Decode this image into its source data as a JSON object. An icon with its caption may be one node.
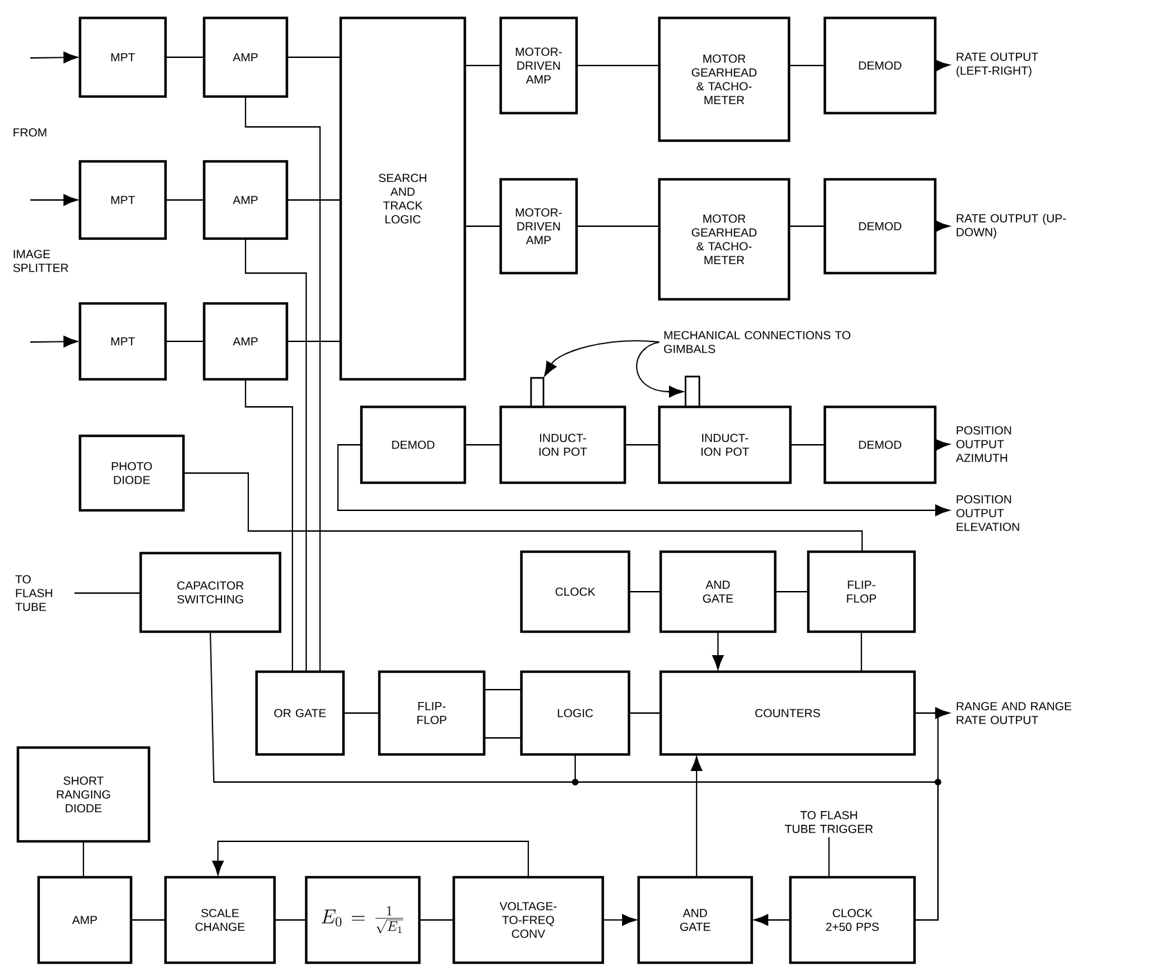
{
  "diagram": {
    "nodes": [
      {
        "text": [
          "MPT"
        ]
      },
      {
        "text": [
          "AMP"
        ]
      },
      {
        "text": [
          "SEARCH AND TRACK LOGIC"
        ]
      },
      {
        "text": [
          "MOTOR-DRIVEN AMP"
        ]
      },
      {
        "text": [
          "MOTOR GEARHEAD & TACHO-METER"
        ]
      },
      {
        "text": [
          "DEMOD"
        ]
      },
      {
        "text": [
          "MPT"
        ]
      },
      {
        "text": [
          "AMP"
        ]
      },
      {
        "text": [
          "MOTOR-DRIVEN AMP"
        ]
      },
      {
        "text": [
          "MOTOR GEARHEAD & TACHO-METER"
        ]
      },
      {
        "text": [
          "DEMOD"
        ]
      },
      {
        "text": [
          "MPT"
        ]
      },
      {
        "text": [
          "AMP"
        ]
      },
      {
        "text": [
          "DEMOD"
        ]
      },
      {
        "text": [
          "INDUCT-ION POT"
        ]
      },
      {
        "text": [
          "INDUCT-ION POT"
        ]
      },
      {
        "text": [
          "DEMOD"
        ]
      },
      {
        "text": [
          "PHOTO DIODE"
        ]
      },
      {
        "text": [
          "CAPACITOR SWITCHING"
        ]
      },
      {
        "text": [
          "CLOCK"
        ]
      },
      {
        "text": [
          "AND GATE"
        ]
      },
      {
        "text": [
          "FLIP-FLOP"
        ]
      },
      {
        "text": [
          "OR GATE"
        ]
      },
      {
        "text": [
          "FLIP-FLOP"
        ]
      },
      {
        "text": [
          "LOGIC"
        ]
      },
      {
        "text": [
          "COUNTERS"
        ]
      },
      {
        "text": [
          "SHORT RANGING DIODE"
        ]
      },
      {
        "text": [
          "AMP"
        ]
      },
      {
        "text": [
          "SCALE CHANGE"
        ]
      },
      {
        "text": [
          "E_{0}=\\frac{1}{\\sqrt{E_{1}}}"
        ]
      },
      {
        "text": [
          "VOLTAGE-TO-FREQ CONV"
        ]
      },
      {
        "text": [
          "AND GATE"
        ]
      },
      {
        "text": [
          "CLOCK 2+50 PPS"
        ]
      },
      {
        "text": [
          "RATE OUTPUT (LEFT-RIGHT)"
        ]
      },
      {
        "text": [
          "RATE OUTPUT (UP-DOWN)"
        ]
      },
      {
        "text": [
          "POSITION OUTPUT AZIMUTH"
        ]
      },
      {
        "text": [
          "POSITION OUTPUT ELEVATION"
        ]
      },
      {
        "text": [
          "RANGE AND RANGE RATE OUTPUT"
        ]
      },
      {
        "text": [
          "TO FLASH TUBE"
        ]
      },
      {
        "text": [
          "TO FLASH TUBE TRIGGER"
        ]
      },
      {
        "text": [
          "MECHANICAL CONNECTIONS TO GIMBALS"
        ]
      },
      {
        "text": [],
        "shape": "box"
      },
      {
        "text": [],
        "shape": "box"
      }
    ],
    "edges": [
      {
        "from": null,
        "to": 0,
        "arrow": "to"
      },
      {
        "from": null,
        "to": 6,
        "arrow": "to"
      },
      {
        "from": null,
        "to": 11,
        "arrow": "to"
      },
      {
        "from": 0,
        "to": 1,
        "arrow": "none"
      },
      {
        "from": 1,
        "to": 2,
        "arrow": "none"
      },
      {
        "from": 6,
        "to": 7,
        "arrow": "none"
      },
      {
        "from": 7,
        "to": 2,
        "arrow": "none"
      },
      {
        "from": 11,
        "to": 12,
        "arrow": "none"
      },
      {
        "from": 12,
        "to": 2,
        "arrow": "none"
      },
      {
        "from": 2,
        "to": 3,
        "arrow": "none"
      },
      {
        "from": 3,
        "to": 4,
        "arrow": "none"
      },
      {
        "from": 4,
        "to": 5,
        "arrow": "none"
      },
      {
        "from": 5,
        "to": 33,
        "arrow": "to"
      },
      {
        "from": 2,
        "to": 8,
        "arrow": "none"
      },
      {
        "from": 8,
        "to": 9,
        "arrow": "none"
      },
      {
        "from": 9,
        "to": 10,
        "arrow": "none"
      },
      {
        "from": 10,
        "to": 34,
        "arrow": "to"
      },
      {
        "from": 1,
        "to": 22,
        "arrow": "none"
      },
      {
        "from": 7,
        "to": 22,
        "arrow": "none"
      },
      {
        "from": 12,
        "to": 22,
        "arrow": "none"
      },
      {
        "from": 13,
        "to": 14,
        "arrow": "none"
      },
      {
        "from": 14,
        "to": 15,
        "arrow": "none"
      },
      {
        "from": 15,
        "to": 16,
        "arrow": "none"
      },
      {
        "from": 16,
        "to": 35,
        "arrow": "to"
      },
      {
        "from": 13,
        "to": 36,
        "arrow": "to"
      },
      {
        "from": 17,
        "to": 21,
        "arrow": "none"
      },
      {
        "from": 38,
        "to": 18,
        "arrow": "none"
      },
      {
        "from": 19,
        "to": 20,
        "arrow": "none"
      },
      {
        "from": 20,
        "to": 21,
        "arrow": "none"
      },
      {
        "from": 20,
        "to": 25,
        "arrow": "to"
      },
      {
        "from": 21,
        "to": 25,
        "arrow": "none"
      },
      {
        "from": 22,
        "to": 23,
        "arrow": "none"
      },
      {
        "from": 23,
        "to": 24,
        "arrow": "none"
      },
      {
        "from": 23,
        "to": 24,
        "arrow": "none"
      },
      {
        "from": 24,
        "to": 25,
        "arrow": "none"
      },
      {
        "from": 25,
        "to": 37,
        "arrow": "to"
      },
      {
        "from": 18,
        "to": 32,
        "arrow": "none"
      },
      {
        "from": 24,
        "to": 32,
        "arrow": "none"
      },
      {
        "from": 25,
        "to": 32,
        "arrow": "none"
      },
      {
        "from": 39,
        "to": 32,
        "arrow": "none"
      },
      {
        "from": 32,
        "to": 31,
        "arrow": "to"
      },
      {
        "from": 30,
        "to": 31,
        "arrow": "to"
      },
      {
        "from": 31,
        "to": 25,
        "arrow": "to"
      },
      {
        "from": 26,
        "to": 27,
        "arrow": "none"
      },
      {
        "from": 27,
        "to": 28,
        "arrow": "none"
      },
      {
        "from": 28,
        "to": 29,
        "arrow": "none"
      },
      {
        "from": 29,
        "to": 30,
        "arrow": "none"
      },
      {
        "from": 30,
        "to": 28,
        "arrow": "to"
      },
      {
        "from": 40,
        "to": 41,
        "arrow": "to"
      },
      {
        "from": 40,
        "to": 42,
        "arrow": "to"
      }
    ],
    "labels": [
      "FROM",
      "IMAGE SPLITTER"
    ]
  }
}
